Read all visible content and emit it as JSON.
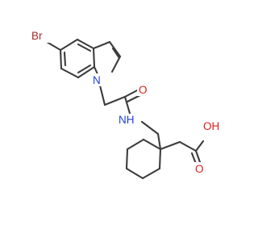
{
  "diagram": {
    "atoms": {
      "br": {
        "text": "Br",
        "color": "#a52a2a"
      },
      "n_indole": {
        "text": "N",
        "color": "#1f3fd8"
      },
      "o_amide": {
        "text": "O",
        "color": "#e01b1b"
      },
      "nh_amide": {
        "text": "NH",
        "color": "#1f3fd8"
      },
      "o_acid": {
        "text": "O",
        "color": "#e01b1b"
      },
      "oh_acid": {
        "text": "OH",
        "color": "#e01b1b"
      }
    },
    "bond_color": "#3c3c3c"
  }
}
